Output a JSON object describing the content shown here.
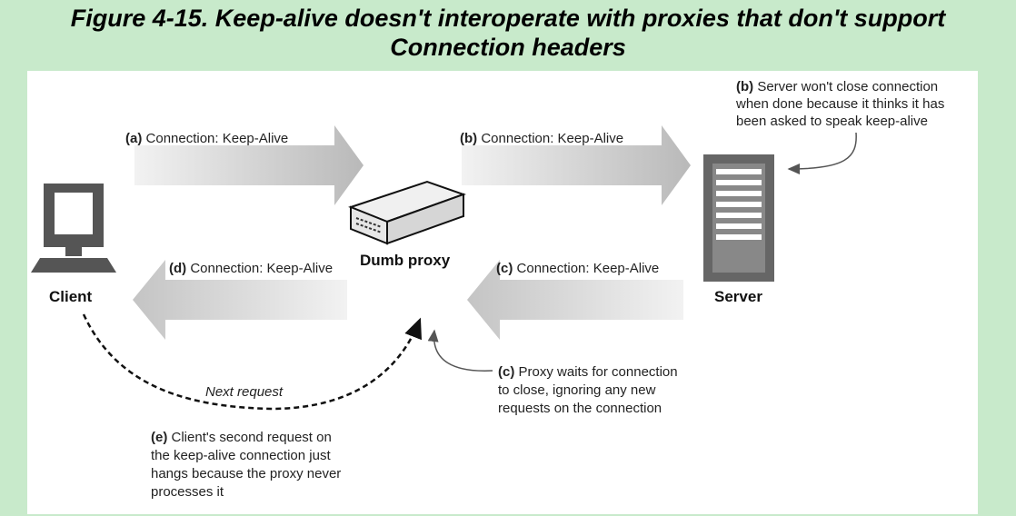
{
  "figure": {
    "title_line1": "Figure 4-15. Keep-alive doesn't interoperate with proxies that don't support",
    "title_line2": "Connection headers"
  },
  "nodes": {
    "client": "Client",
    "proxy": "Dumb proxy",
    "server": "Server"
  },
  "arrows": {
    "a": {
      "tag": "(a)",
      "text": "Connection: Keep-Alive"
    },
    "b": {
      "tag": "(b)",
      "text": "Connection: Keep-Alive"
    },
    "c": {
      "tag": "(c)",
      "text": "Connection: Keep-Alive"
    },
    "d": {
      "tag": "(d)",
      "text": "Connection: Keep-Alive"
    }
  },
  "notes": {
    "server_note": {
      "tag": "(b)",
      "lines": [
        "Server won't close connection",
        "when done because it thinks it has",
        "been asked to speak keep-alive"
      ]
    },
    "proxy_note": {
      "tag": "(c)",
      "lines": [
        "Proxy waits for connection",
        "to close, ignoring any new",
        "requests on the connection"
      ]
    },
    "client_note": {
      "tag": "(e)",
      "lines": [
        "Client's second request on",
        "the keep-alive connection just",
        "hangs because the proxy never",
        "processes it"
      ]
    },
    "next_request": "Next request"
  }
}
